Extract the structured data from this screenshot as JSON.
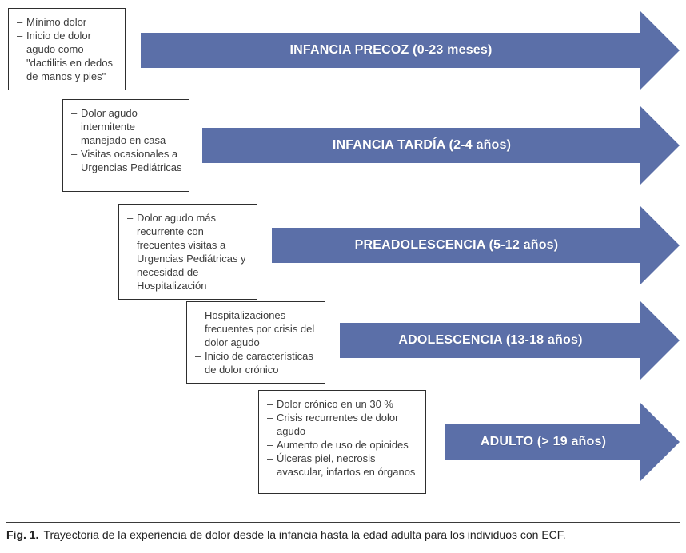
{
  "bullet_char": "–",
  "colors": {
    "arrow_fill": "#5b6fa8",
    "arrow_text": "#ffffff",
    "box_border": "#2e2e2e",
    "note_text": "#3c3c3c"
  },
  "stages": [
    {
      "label": "INFANCIA PRECOZ (0-23 meses)",
      "bullets": [
        "Mínimo dolor",
        "Inicio de dolor agudo como \"dactilitis en dedos de manos y pies\""
      ]
    },
    {
      "label": "INFANCIA TARDÍA (2-4 años)",
      "bullets": [
        "Dolor agudo intermitente manejado en casa",
        "Visitas ocasionales a Urgencias Pediátricas"
      ]
    },
    {
      "label": "PREADOLESCENCIA (5-12 años)",
      "bullets": [
        "Dolor agudo más recurrente con frecuentes visitas a Urgencias Pediátricas y necesidad de Hospitalización"
      ]
    },
    {
      "label": "ADOLESCENCIA (13-18 años)",
      "bullets": [
        "Hospitalizaciones frecuentes por crisis del dolor agudo",
        "Inicio de características de dolor crónico"
      ]
    },
    {
      "label": "ADULTO (> 19 años)",
      "bullets": [
        "Dolor crónico en un 30 %",
        "Crisis recurrentes de dolor agudo",
        "Aumento de uso de opioides",
        "Úlceras piel, necrosis avascular, infartos en órganos"
      ]
    }
  ],
  "caption": {
    "fig_label": "Fig. 1.",
    "text": "Trayectoria de la experiencia de dolor desde la infancia hasta la edad adulta para los individuos con ECF."
  }
}
